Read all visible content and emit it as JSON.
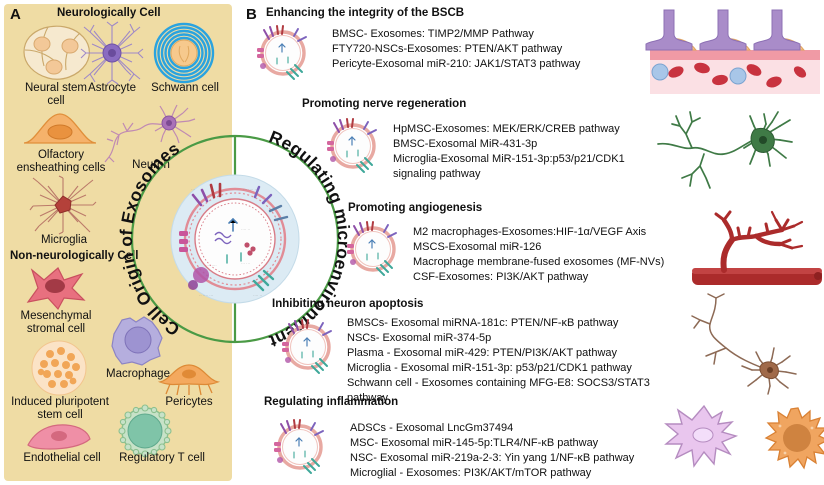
{
  "panelA": {
    "letter": "A",
    "group1_title": "Neurologically Cell",
    "group2_title": "Non-neurologically Cell",
    "cells": [
      {
        "label": "Neural stem\ncell",
        "icon": "neural-stem-cell"
      },
      {
        "label": "Astrocyte",
        "icon": "astrocyte"
      },
      {
        "label": "Schwann cell",
        "icon": "schwann-cell"
      },
      {
        "label": "Olfactory\nensheathing cells",
        "icon": "olfactory-ensheathing-cell"
      },
      {
        "label": "Neuron",
        "icon": "neuron"
      },
      {
        "label": "Microglia",
        "icon": "microglia"
      },
      {
        "label": "Mesenchymal\nstromal cell",
        "icon": "mesenchymal-stromal-cell"
      },
      {
        "label": "Macrophage",
        "icon": "macrophage"
      },
      {
        "label": "Induced pluripotent\nstem cell",
        "icon": "induced-pluripotent-stem-cell"
      },
      {
        "label": "Pericytes",
        "icon": "pericyte"
      },
      {
        "label": "Endothelial cell",
        "icon": "endothelial-cell"
      },
      {
        "label": "Regulatory T cell",
        "icon": "regulatory-t-cell"
      }
    ]
  },
  "center": {
    "left_arc_label": "Cell Origin of Exosomes",
    "right_arc_label": "Regulating microenvironment",
    "inner_graphic": "exosome-cross-section-diagram"
  },
  "panelB": {
    "letter": "B",
    "sections": [
      {
        "title": "Enhancing the integrity of the BSCB",
        "lines": [
          "BMSC- Exosomes: TIMP2/MMP  Pathway",
          "FTY720-NSCs-Exosomes: PTEN/AKT pathway",
          "Pericyte-Exosomal miR-210:  JAK1/STAT3  pathway"
        ],
        "illustration": "blood-spinal-cord-barrier"
      },
      {
        "title": "Promoting nerve regeneration",
        "lines": [
          "HpMSC-Exosomes: MEK/ERK/CREB  pathway",
          "BMSC-Exosomal MiR-431-3p",
          "Microglia-Exosomal MiR-151-3p:p53/p21/CDK1",
          "signaling pathway"
        ],
        "illustration": "green-neuron"
      },
      {
        "title": "Promoting angiogenesis",
        "lines": [
          "M2 macrophages-Exosomes:HIF-1α/VEGF Axis",
          "MSCS-Exosomal miR-126",
          "Macrophage membrane-fused exosomes (MF-NVs)",
          "CSF-Exosomes: PI3K/AKT pathway"
        ],
        "illustration": "branching-blood-vessel"
      },
      {
        "title": "Inhibiting neuron apoptosis",
        "lines": [
          "BMSCs- Exosomal miRNA-181c: PTEN/NF-κB pathway",
          "NSCs- Exosomal miR-374-5p",
          "Plasma - Exosomal miR-429: PTEN/PI3K/AKT pathway",
          "Microglia - Exosomal miR-151-3p: p53/p21/CDK1  pathway",
          "Schwann cell - Exosomes containing MFG-E8: SOCS3/STAT3",
          "pathway"
        ],
        "illustration": "brown-neuron"
      },
      {
        "title": "Regulating inflammation",
        "lines": [
          "ADSCs - Exosomal LncGm37494",
          "MSC- Exosomal miR-145-5p:TLR4/NF-κB pathway",
          "NSC- Exosomal  miR-219a-2-3: Yin yang 1/NF-κB  pathway",
          "Microglial - Exosomes: PI3K/AKT/mTOR  pathway"
        ],
        "illustration": "microglia-and-macrophage"
      }
    ]
  },
  "colors": {
    "panel_a_bg": "#efdca4",
    "panel_b_bg": "#e9f2da",
    "circle_stroke": "#4a9a45",
    "exosome_ring": "#e8a9a2",
    "text": "#111111"
  }
}
